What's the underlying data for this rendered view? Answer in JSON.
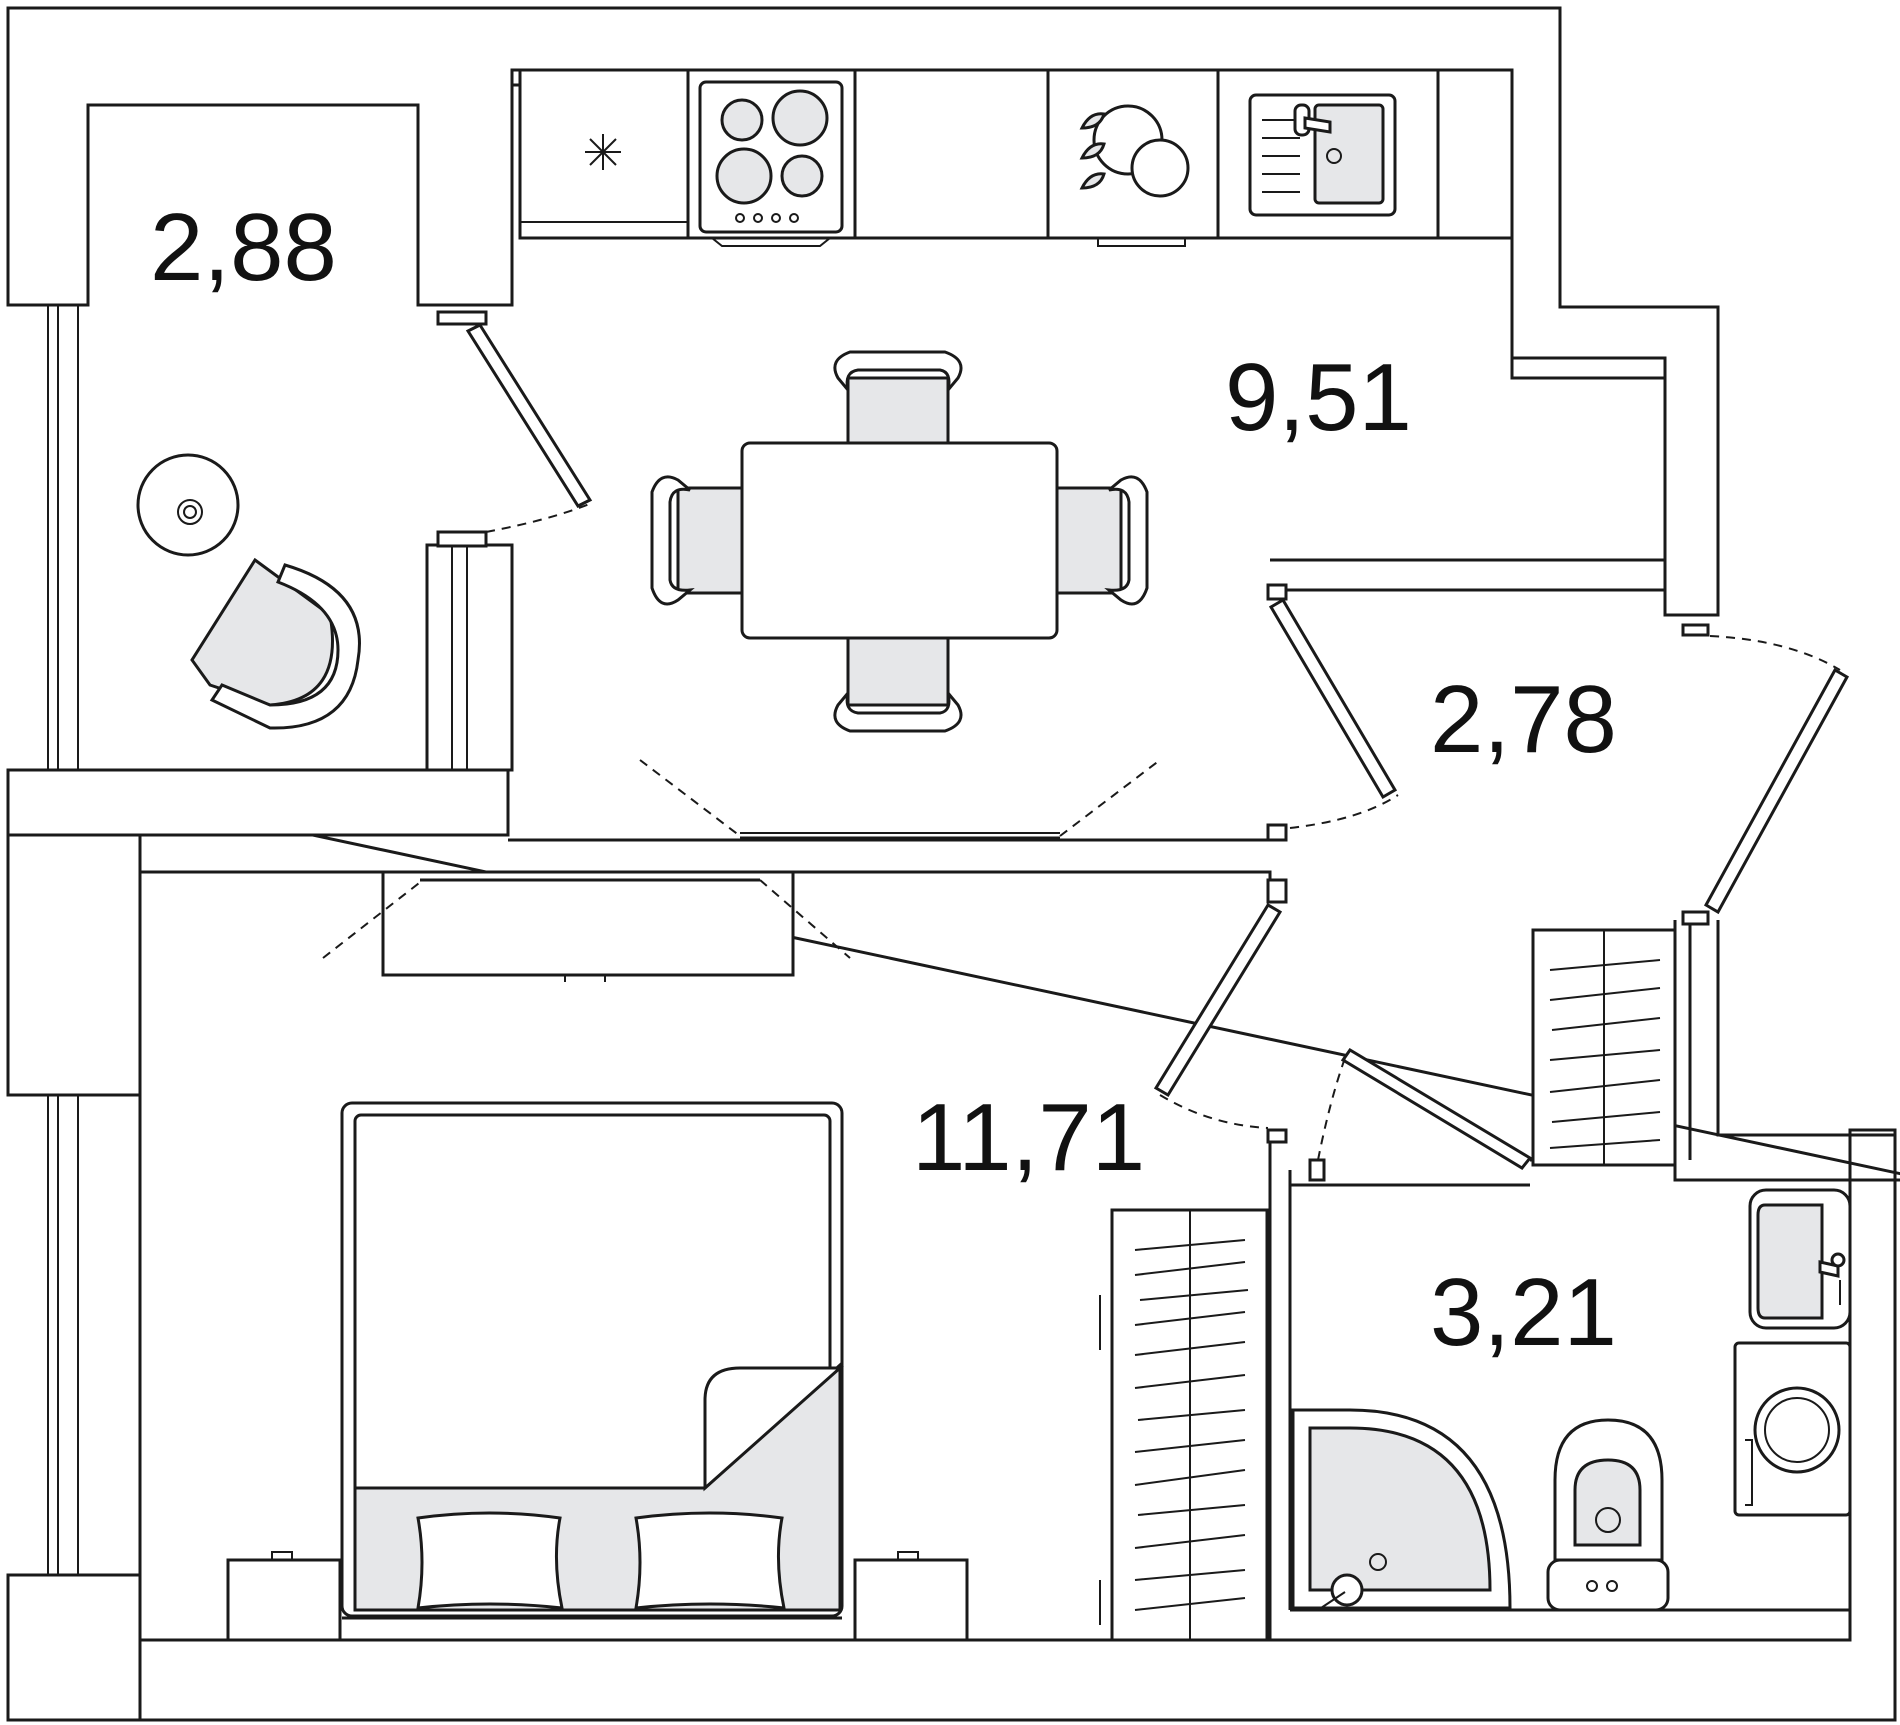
{
  "rooms": [
    {
      "id": "balcony",
      "area": "2,88"
    },
    {
      "id": "kitchen",
      "area": "9,51"
    },
    {
      "id": "hall",
      "area": "2,78"
    },
    {
      "id": "bedroom",
      "area": "11,71"
    },
    {
      "id": "bathroom",
      "area": "3,21"
    }
  ],
  "colors": {
    "wall": "#1a1a1a",
    "furniture_fill": "#e6e7e9",
    "background": "#ffffff"
  }
}
